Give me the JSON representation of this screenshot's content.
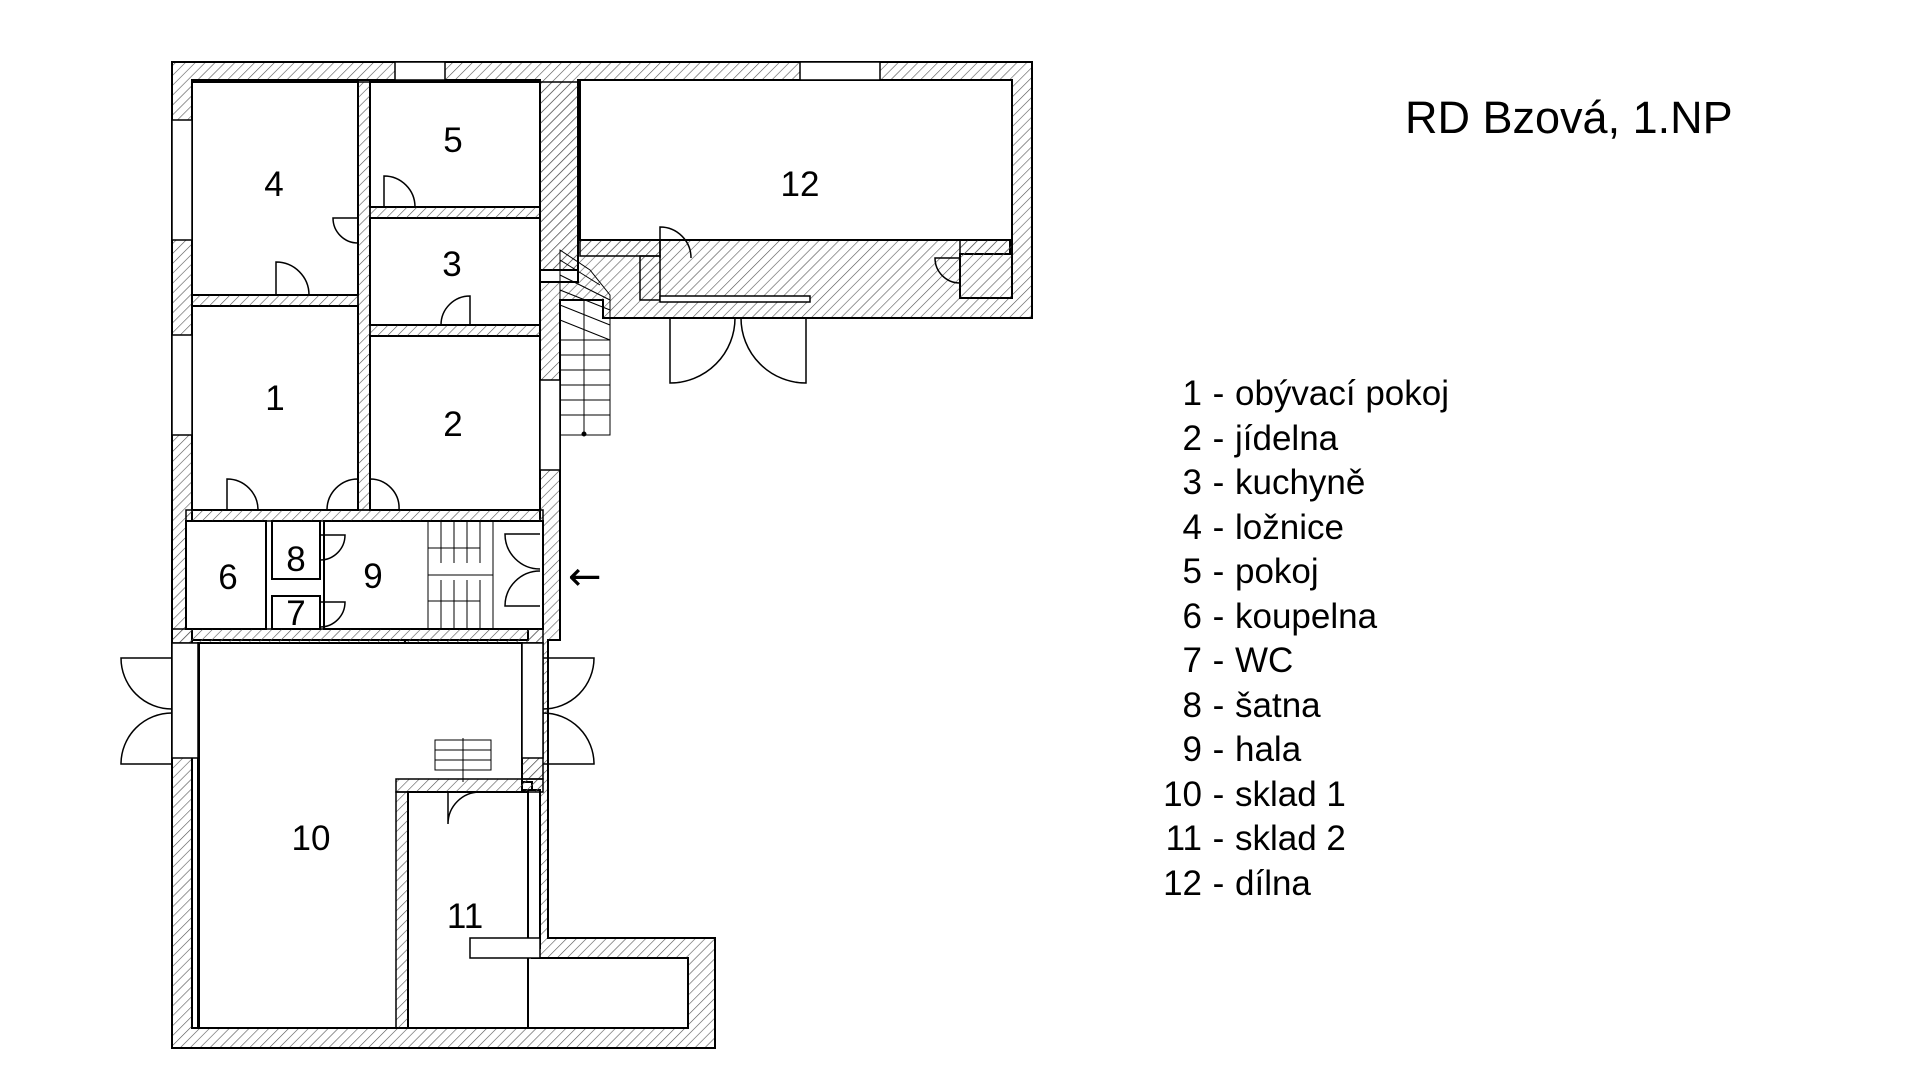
{
  "title": "RD Bzová, 1.NP",
  "colors": {
    "wall_hatch": "#555555",
    "line": "#000000",
    "background": "#ffffff"
  },
  "icons": {
    "entrance_arrow": "left-arrow-icon"
  },
  "rooms": [
    {
      "number": "1",
      "name": "obývací pokoj"
    },
    {
      "number": "2",
      "name": "jídelna"
    },
    {
      "number": "3",
      "name": "kuchyně"
    },
    {
      "number": "4",
      "name": "ložnice"
    },
    {
      "number": "5",
      "name": "pokoj"
    },
    {
      "number": "6",
      "name": "koupelna"
    },
    {
      "number": "7",
      "name": "WC"
    },
    {
      "number": "8",
      "name": "šatna"
    },
    {
      "number": "9",
      "name": "hala"
    },
    {
      "number": "10",
      "name": "sklad 1"
    },
    {
      "number": "11",
      "name": "sklad 2"
    },
    {
      "number": "12",
      "name": "dílna"
    }
  ],
  "entrance_arrow": "←"
}
